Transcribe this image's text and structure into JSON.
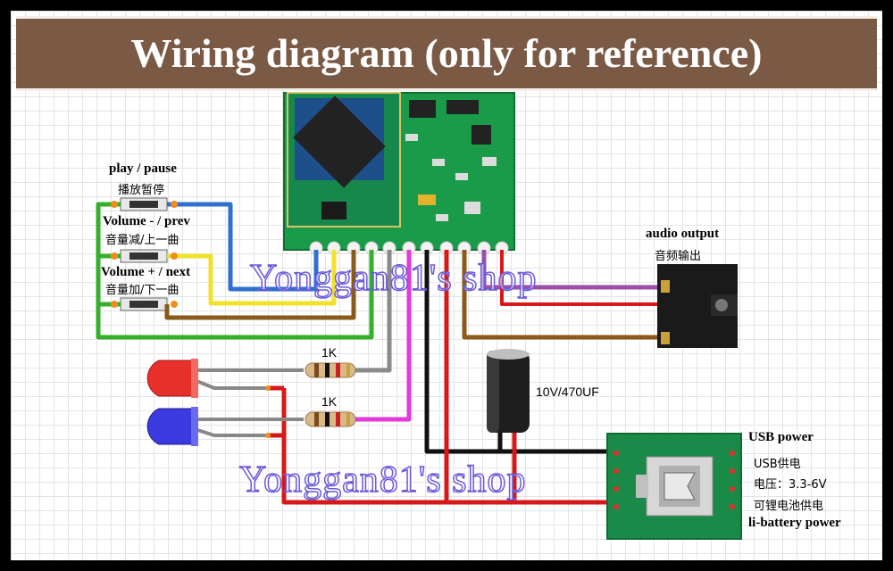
{
  "title": "Wiring diagram (only for reference)",
  "buttons": [
    {
      "en": "play / pause",
      "cn": "播放暂停"
    },
    {
      "en": "Volume - / prev",
      "cn": "音量减/上一曲"
    },
    {
      "en": "Volume + / next",
      "cn": "音量加/下一曲"
    }
  ],
  "audio": {
    "en": "audio output",
    "cn": "音频输出"
  },
  "resistors": [
    "1K",
    "1K"
  ],
  "capacitor": "10V/470UF",
  "usb": {
    "title": "USB power",
    "cn1": "USB供电",
    "cn2": "电压：3.3-6V",
    "cn3": "可锂电池供电",
    "battery": "li-battery power"
  },
  "watermark": "Yonggan81's shop",
  "colors": {
    "banner": "#7b5a45",
    "pcb": "#1a9b4a",
    "wire_blue": "#2f6fd0",
    "wire_yellow": "#f0e22a",
    "wire_brown": "#8a5a1a",
    "wire_green": "#35b02a",
    "wire_gray": "#8a8a8a",
    "wire_magenta": "#e23ad8",
    "wire_black": "#111111",
    "wire_red": "#d81818",
    "wire_purple": "#9b4fa8"
  }
}
